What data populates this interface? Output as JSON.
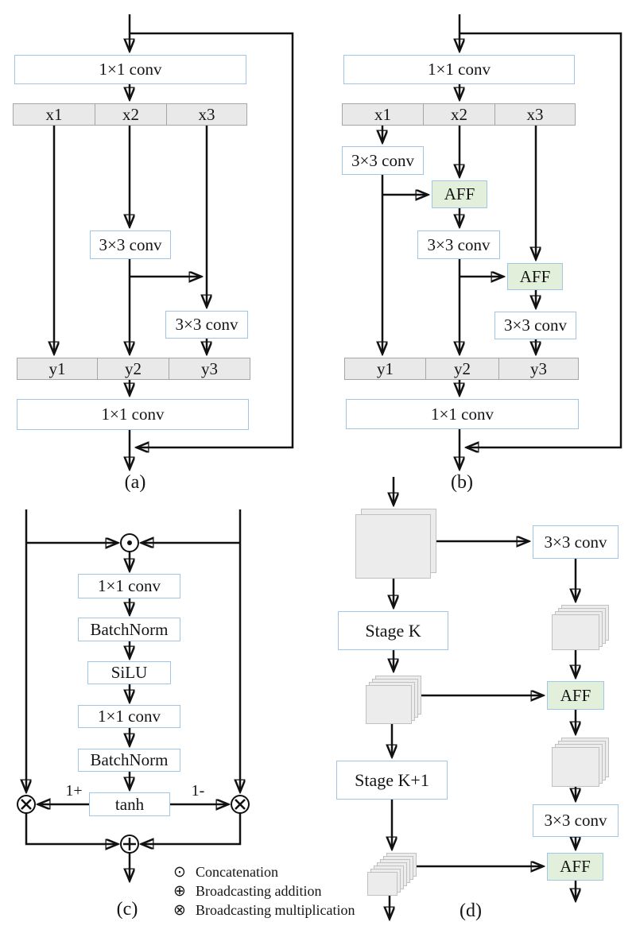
{
  "colors": {
    "box_border_blue": "#9fc5e8",
    "aff_fill": "#e2efda",
    "split_row_fill": "#e9e9e9",
    "split_row_border": "#a6a6a6",
    "feature_map_fill": "#ececec",
    "feature_map_border": "#c0c0c0",
    "line_color": "#111111"
  },
  "panel_a": {
    "caption": "(a)",
    "conv_top": "1×1 conv",
    "split_cells": [
      "x1",
      "x2",
      "x3"
    ],
    "conv_mid": "3×3 conv",
    "conv_right": "3×3 conv",
    "merge_cells": [
      "y1",
      "y2",
      "y3"
    ],
    "conv_bottom": "1×1 conv"
  },
  "panel_b": {
    "caption": "(b)",
    "conv_top": "1×1 conv",
    "split_cells": [
      "x1",
      "x2",
      "x3"
    ],
    "conv_x1": "3×3 conv",
    "aff1": "AFF",
    "conv_x2": "3×3 conv",
    "aff2": "AFF",
    "conv_x3": "3×3 conv",
    "merge_cells": [
      "y1",
      "y2",
      "y3"
    ],
    "conv_bottom": "1×1 conv"
  },
  "panel_c": {
    "caption": "(c)",
    "conv1": "1×1 conv",
    "bn1": "BatchNorm",
    "silu": "SiLU",
    "conv2": "1×1 conv",
    "bn2": "BatchNorm",
    "tanh": "tanh",
    "gate_plus": "1+",
    "gate_minus": "1-"
  },
  "panel_d": {
    "caption": "(d)",
    "conv_top_right": "3×3 conv",
    "stage_k": "Stage K",
    "aff1": "AFF",
    "conv_bottom_right": "3×3 conv",
    "aff2": "AFF",
    "stage_k1": "Stage K+1"
  },
  "legend": {
    "items": [
      {
        "symbol": "⊙",
        "label": "Concatenation"
      },
      {
        "symbol": "⊕",
        "label": "Broadcasting addition"
      },
      {
        "symbol": "⊗",
        "label": "Broadcasting multiplication"
      }
    ]
  }
}
